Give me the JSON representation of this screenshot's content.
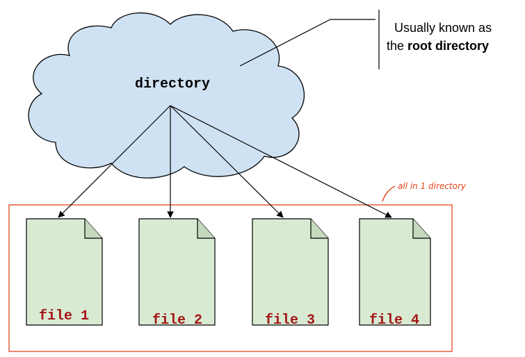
{
  "cloud": {
    "label": "directory",
    "fill": "#cfe2f3"
  },
  "callout": {
    "line1": "Usually known as",
    "line2_prefix": "the ",
    "line2_bold": "root directory"
  },
  "annotation": {
    "text": "all in 1 directory",
    "color": "#e0441b"
  },
  "files": [
    {
      "label": "file 1"
    },
    {
      "label": "file 2"
    },
    {
      "label": "file 3"
    },
    {
      "label": "file 4"
    }
  ],
  "colors": {
    "file_fill": "#d9ead3",
    "file_label": "#a31515",
    "box_border": "#e0441b",
    "line": "#000000"
  }
}
